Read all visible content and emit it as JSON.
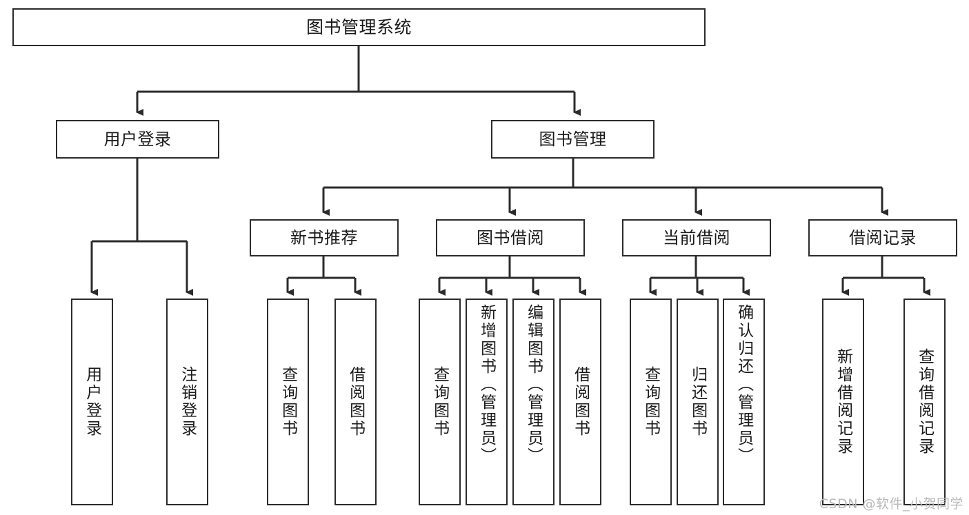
{
  "diagram": {
    "type": "tree",
    "title": "图书管理系统",
    "orientation": "top-down",
    "colors": {
      "stroke": "#2b2b2b",
      "fill": "#ffffff",
      "text": "#1a1a1a",
      "watermark": "#b9b9b9"
    }
  },
  "root": {
    "label": "图书管理系统"
  },
  "level2": [
    {
      "label": "用户登录"
    },
    {
      "label": "图书管理"
    }
  ],
  "level3": [
    {
      "label": "新书推荐"
    },
    {
      "label": "图书借阅"
    },
    {
      "label": "当前借阅"
    },
    {
      "label": "借阅记录"
    }
  ],
  "leaves": {
    "user_login": [
      {
        "label": "用户登录"
      },
      {
        "label": "注销登录"
      }
    ],
    "new_book_recommend": [
      {
        "label": "查询图书"
      },
      {
        "label": "借阅图书"
      }
    ],
    "book_borrow": [
      {
        "label": "查询图书"
      },
      {
        "label": "新增图书（管理员）"
      },
      {
        "label": "编辑图书（管理员）"
      },
      {
        "label": "借阅图书"
      }
    ],
    "current_borrow": [
      {
        "label": "查询图书"
      },
      {
        "label": "归还图书"
      },
      {
        "label": "确认归还（管理员）"
      }
    ],
    "borrow_record": [
      {
        "label": "新增借阅记录"
      },
      {
        "label": "查询借阅记录"
      }
    ]
  },
  "watermark": {
    "text": "CSDN @软件_小贺同学"
  }
}
